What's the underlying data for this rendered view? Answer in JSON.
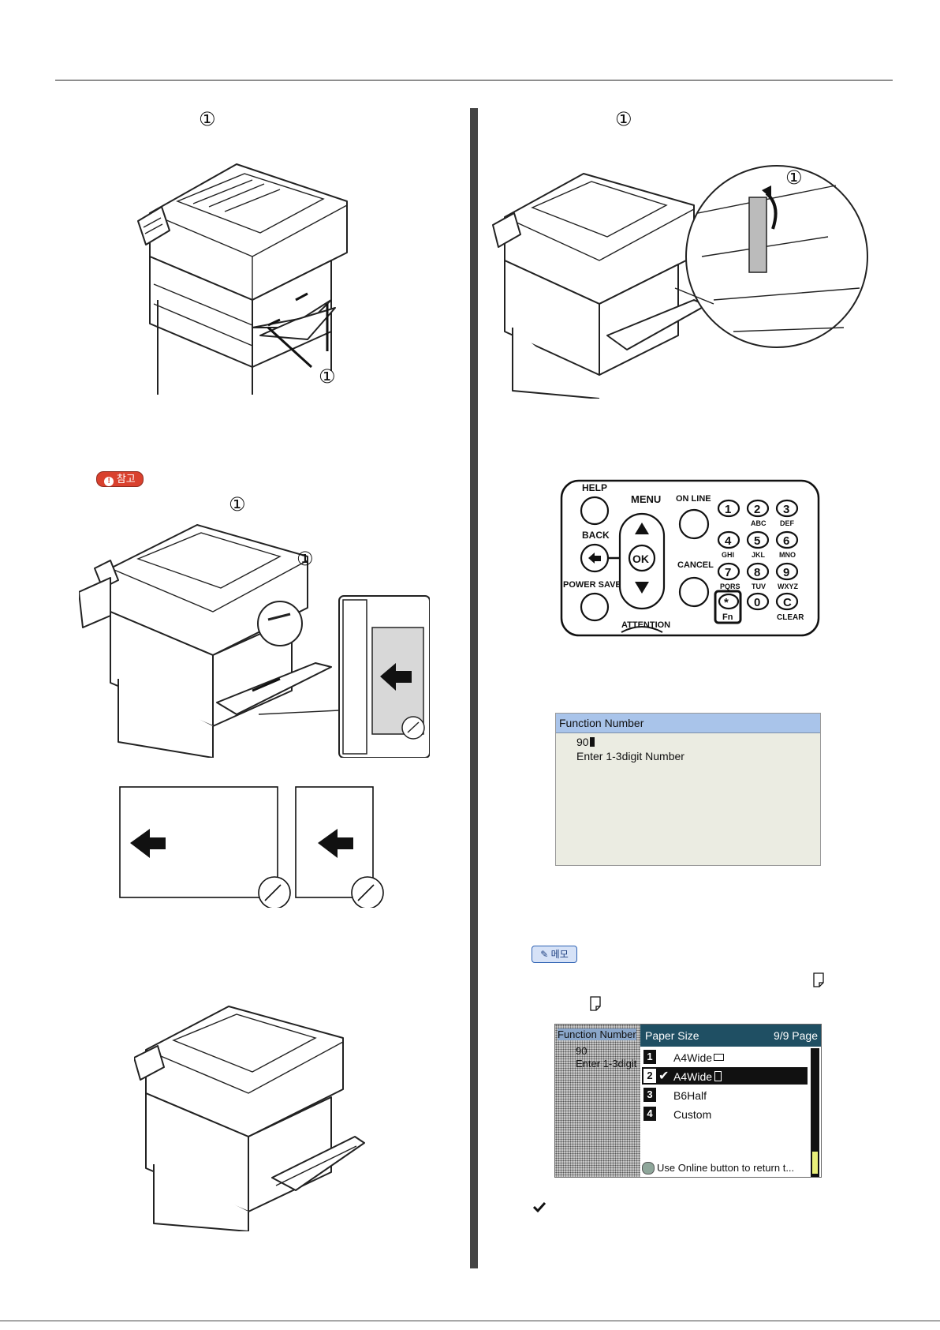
{
  "markers": {
    "left_step_1": "①",
    "right_step_1": "①",
    "left_illus_1_callout": "①",
    "note_step": "①",
    "note_illus_callout": "①",
    "right_illus_1_callout": "①"
  },
  "badges": {
    "reference": "참고",
    "memo": "메모"
  },
  "control_panel": {
    "help": "HELP",
    "menu": "MENU",
    "on_line": "ON LINE",
    "back": "BACK",
    "cancel": "CANCEL",
    "power_save": "POWER SAVE",
    "attention": "ATTENTION",
    "ok": "OK",
    "fn": "Fn",
    "clear": "CLEAR",
    "keys": [
      {
        "digit": "1",
        "sub": ""
      },
      {
        "digit": "2",
        "sub": "ABC"
      },
      {
        "digit": "3",
        "sub": "DEF"
      },
      {
        "digit": "4",
        "sub": "GHI"
      },
      {
        "digit": "5",
        "sub": "JKL"
      },
      {
        "digit": "6",
        "sub": "MNO"
      },
      {
        "digit": "7",
        "sub": "PQRS"
      },
      {
        "digit": "8",
        "sub": "TUV"
      },
      {
        "digit": "9",
        "sub": "WXYZ"
      },
      {
        "digit": "0",
        "sub": ""
      },
      {
        "digit": "C",
        "sub": ""
      }
    ]
  },
  "lcd1": {
    "title": "Function Number",
    "value": "90",
    "hint": "Enter 1-3digit Number"
  },
  "lcd2": {
    "left_title": "Function Number",
    "left_value": "90",
    "left_hint": "Enter 1-3digit",
    "title": "Paper Size",
    "page": "9/9 Page",
    "items": [
      {
        "num": "1",
        "label": "A4Wide"
      },
      {
        "num": "2",
        "label": "A4Wide"
      },
      {
        "num": "3",
        "label": "B6Half"
      },
      {
        "num": "4",
        "label": "Custom"
      }
    ],
    "footer": "Use Online button to return t..."
  },
  "colors": {
    "divider": "#444444",
    "lcd_title_bg": "#a9c4ea",
    "lcd_body_bg": "#ebece2",
    "lcd2_header_bg": "#1f4f63",
    "lcd2_item_num_bg": "#111111",
    "badge_reference": "#d9412e",
    "badge_memo": "#2f62b3"
  }
}
